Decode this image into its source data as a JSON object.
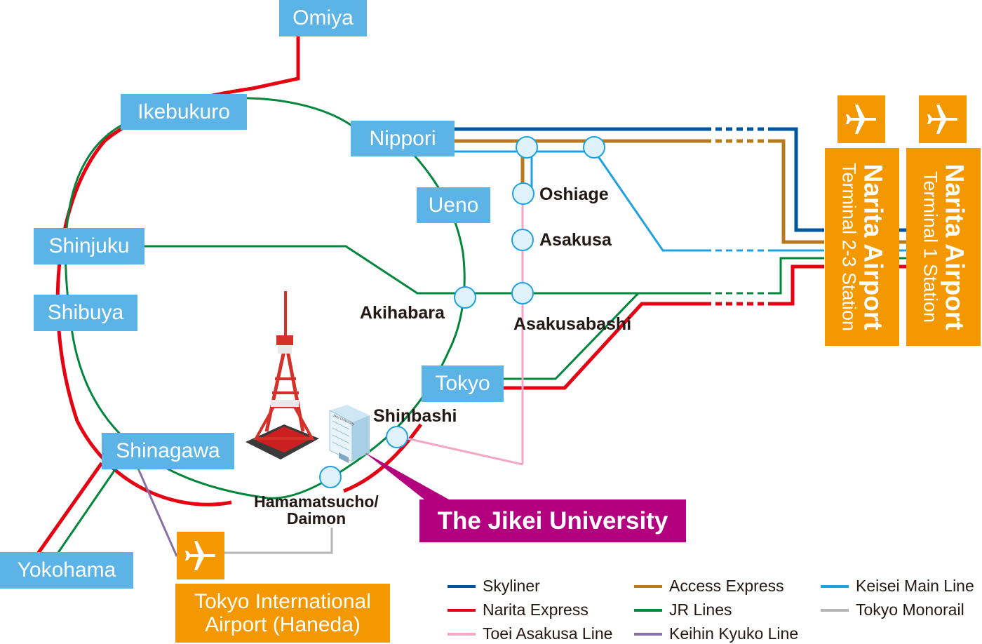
{
  "stations_boxed": {
    "omiya": "Omiya",
    "ikebukuro": "Ikebukuro",
    "nippori": "Nippori",
    "ueno": "Ueno",
    "shinjuku": "Shinjuku",
    "shibuya": "Shibuya",
    "tokyo": "Tokyo",
    "shinagawa": "Shinagawa",
    "yokohama": "Yokohama"
  },
  "stations_labels": {
    "oshiage": "Oshiage",
    "asakusa": "Asakusa",
    "akihabara": "Akihabara",
    "asakusabashi": "Asakusabashi",
    "shinbashi": "Shinbashi",
    "hamamatsucho_line1": "Hamamatsucho/",
    "hamamatsucho_line2": "Daimon"
  },
  "university": {
    "label": "The Jikei University",
    "building_sign": "Jikei University"
  },
  "airports": {
    "narita_t23": {
      "name": "Narita Airport",
      "station": "Terminal 2-3 Station"
    },
    "narita_t1": {
      "name": "Narita Airport",
      "station": "Terminal 1 Station"
    },
    "haneda": {
      "line1": "Tokyo International",
      "line2": "Airport (Haneda)"
    },
    "icon": "airplane-icon"
  },
  "legend": [
    {
      "label": "Skyliner",
      "color": "#00559f"
    },
    {
      "label": "Narita Express",
      "color": "#e50012"
    },
    {
      "label": "Toei Asakusa Line",
      "color": "#f4a7c4"
    },
    {
      "label": "Access Express",
      "color": "#b87a1a"
    },
    {
      "label": "JR Lines",
      "color": "#00873c"
    },
    {
      "label": "Keihin Kyuko Line",
      "color": "#8a6fa6"
    },
    {
      "label": "Keisei Main Line",
      "color": "#1ea1e0"
    },
    {
      "label": "Tokyo Monorail",
      "color": "#b5b5b5"
    }
  ],
  "colors": {
    "box_blue": "#5bb4e5",
    "airport_orange": "#f39800",
    "university_magenta": "#b3007f",
    "station_fill": "#dff1fb",
    "station_stroke": "#1ea1e0"
  }
}
